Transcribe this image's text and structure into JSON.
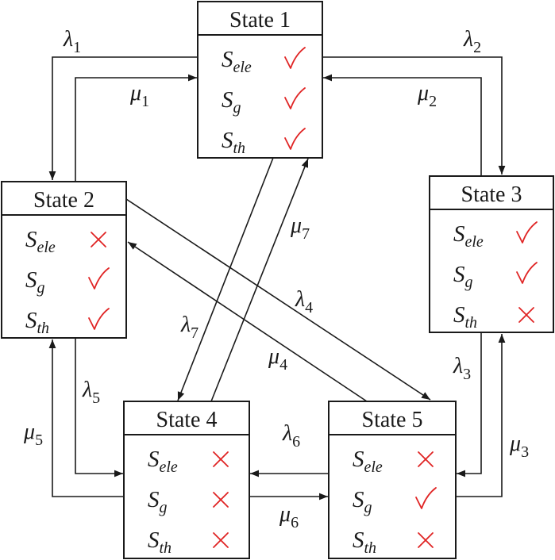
{
  "states": [
    {
      "title": "State 1",
      "rows": [
        {
          "base": "S",
          "sub": "ele",
          "mark": "check"
        },
        {
          "base": "S",
          "sub": "g",
          "mark": "check"
        },
        {
          "base": "S",
          "sub": "th",
          "mark": "check"
        }
      ]
    },
    {
      "title": "State 2",
      "rows": [
        {
          "base": "S",
          "sub": "ele",
          "mark": "cross"
        },
        {
          "base": "S",
          "sub": "g",
          "mark": "check"
        },
        {
          "base": "S",
          "sub": "th",
          "mark": "check"
        }
      ]
    },
    {
      "title": "State 3",
      "rows": [
        {
          "base": "S",
          "sub": "ele",
          "mark": "check"
        },
        {
          "base": "S",
          "sub": "g",
          "mark": "check"
        },
        {
          "base": "S",
          "sub": "th",
          "mark": "cross"
        }
      ]
    },
    {
      "title": "State 4",
      "rows": [
        {
          "base": "S",
          "sub": "ele",
          "mark": "cross"
        },
        {
          "base": "S",
          "sub": "g",
          "mark": "cross"
        },
        {
          "base": "S",
          "sub": "th",
          "mark": "cross"
        }
      ]
    },
    {
      "title": "State 5",
      "rows": [
        {
          "base": "S",
          "sub": "ele",
          "mark": "cross"
        },
        {
          "base": "S",
          "sub": "g",
          "mark": "check"
        },
        {
          "base": "S",
          "sub": "th",
          "mark": "cross"
        }
      ]
    }
  ],
  "transitions": [
    {
      "symbol": "λ",
      "sub": "1",
      "from": "State 1",
      "to": "State 2"
    },
    {
      "symbol": "μ",
      "sub": "1",
      "from": "State 2",
      "to": "State 1"
    },
    {
      "symbol": "λ",
      "sub": "2",
      "from": "State 1",
      "to": "State 3"
    },
    {
      "symbol": "μ",
      "sub": "2",
      "from": "State 3",
      "to": "State 1"
    },
    {
      "symbol": "λ",
      "sub": "3",
      "from": "State 3",
      "to": "State 5"
    },
    {
      "symbol": "μ",
      "sub": "3",
      "from": "State 5",
      "to": "State 3"
    },
    {
      "symbol": "λ",
      "sub": "4",
      "from": "State 2",
      "to": "State 5"
    },
    {
      "symbol": "μ",
      "sub": "4",
      "from": "State 5",
      "to": "State 2"
    },
    {
      "symbol": "λ",
      "sub": "5",
      "from": "State 2",
      "to": "State 4"
    },
    {
      "symbol": "μ",
      "sub": "5",
      "from": "State 4",
      "to": "State 2"
    },
    {
      "symbol": "λ",
      "sub": "6",
      "from": "State 5",
      "to": "State 4"
    },
    {
      "symbol": "μ",
      "sub": "6",
      "from": "State 4",
      "to": "State 5"
    },
    {
      "symbol": "λ",
      "sub": "7",
      "from": "State 1",
      "to": "State 4"
    },
    {
      "symbol": "μ",
      "sub": "7",
      "from": "State 4",
      "to": "State 1"
    }
  ],
  "colors": {
    "line": "#1a1a1a",
    "mark": "#e02424"
  },
  "icons": {
    "check": "check-icon",
    "cross": "cross-icon"
  }
}
